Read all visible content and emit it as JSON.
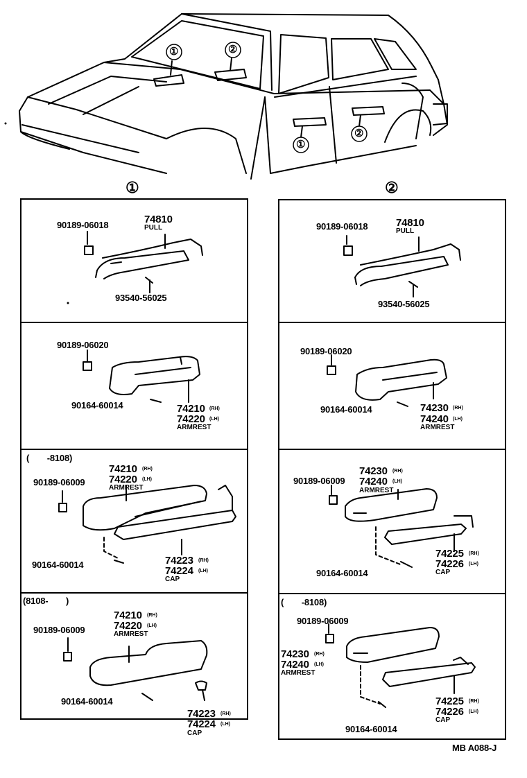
{
  "headers": {
    "left": "①",
    "right": "②"
  },
  "car": {
    "callout_left_1": "①",
    "callout_left_2": "②",
    "callout_door_1": "①",
    "callout_door_2": "②"
  },
  "left": {
    "p1": {
      "bolt": "90189-06018",
      "part": "74810",
      "name": "PULL",
      "screw": "93540-56025"
    },
    "p2": {
      "bolt": "90189-06020",
      "screw": "90164-60014",
      "rh": "74210",
      "rh_tag": "(RH)",
      "lh": "74220",
      "lh_tag": "(LH)",
      "name": "ARMREST"
    },
    "p3": {
      "range": "(　　-8108)",
      "bolt": "90189-06009",
      "rh": "74210",
      "rh_tag": "(RH)",
      "lh": "74220",
      "lh_tag": "(LH)",
      "name": "ARMREST",
      "screw": "90164-60014",
      "cap_rh": "74223",
      "cap_rh_tag": "(RH)",
      "cap_lh": "74224",
      "cap_lh_tag": "(LH)",
      "cap": "CAP"
    },
    "p4": {
      "range": "(8108-　　)",
      "bolt": "90189-06009",
      "rh": "74210",
      "rh_tag": "(RH)",
      "lh": "74220",
      "lh_tag": "(LH)",
      "name": "ARMREST",
      "screw": "90164-60014",
      "cap_rh": "74223",
      "cap_rh_tag": "(RH)",
      "cap_lh": "74224",
      "cap_lh_tag": "(LH)",
      "cap": "CAP"
    }
  },
  "right": {
    "p1": {
      "bolt": "90189-06018",
      "part": "74810",
      "name": "PULL",
      "screw": "93540-56025"
    },
    "p2": {
      "bolt": "90189-06020",
      "screw": "90164-60014",
      "rh": "74230",
      "rh_tag": "(RH)",
      "lh": "74240",
      "lh_tag": "(LH)",
      "name": "ARMREST"
    },
    "p3": {
      "bolt": "90189-06009",
      "rh": "74230",
      "rh_tag": "(RH)",
      "lh": "74240",
      "lh_tag": "(LH)",
      "name": "ARMREST",
      "screw": "90164-60014",
      "cap_rh": "74225",
      "cap_rh_tag": "(RH)",
      "cap_lh": "74226",
      "cap_lh_tag": "(LH)",
      "cap": "CAP"
    },
    "p4": {
      "range": "(　　-8108)",
      "bolt": "90189-06009",
      "rh": "74230",
      "rh_tag": "(RH)",
      "lh": "74240",
      "lh_tag": "(LH)",
      "name": "ARMREST",
      "screw": "90164-60014",
      "cap_rh": "74225",
      "cap_rh_tag": "(RH)",
      "cap_lh": "74226",
      "cap_lh_tag": "(LH)",
      "cap": "CAP"
    }
  },
  "footer": {
    "code": "MB A088-J"
  }
}
